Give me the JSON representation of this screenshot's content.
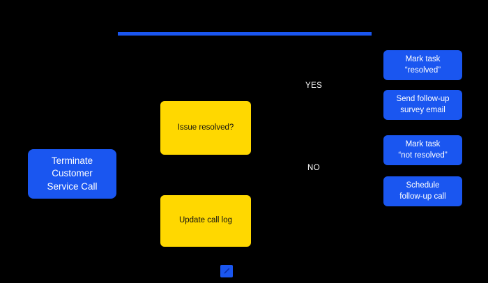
{
  "diagram": {
    "background_color": "#000000",
    "accent_blue": "#1A56F0",
    "accent_yellow": "#FFD800",
    "divider": {
      "name": "top-divider-rule"
    },
    "start_node": {
      "label": "Terminate\nCustomer\nService Call",
      "color": "#1A56F0"
    },
    "decision_nodes": [
      {
        "label": "Issue resolved?",
        "color": "#FFD800"
      },
      {
        "label": "Update call log",
        "color": "#FFD800"
      }
    ],
    "edge_labels": [
      {
        "text": "YES"
      },
      {
        "text": "NO"
      }
    ],
    "action_nodes": [
      {
        "label": "Mark task\n“resolved”",
        "color": "#1A56F0"
      },
      {
        "label": "Send follow-up\nsurvey email",
        "color": "#1A56F0"
      },
      {
        "label": "Mark task\n“not resolved”",
        "color": "#1A56F0"
      },
      {
        "label": "Schedule\nfollow-up call",
        "color": "#1A56F0"
      }
    ],
    "toolbar": {
      "edit_tool_icon": "pencil-icon"
    }
  }
}
